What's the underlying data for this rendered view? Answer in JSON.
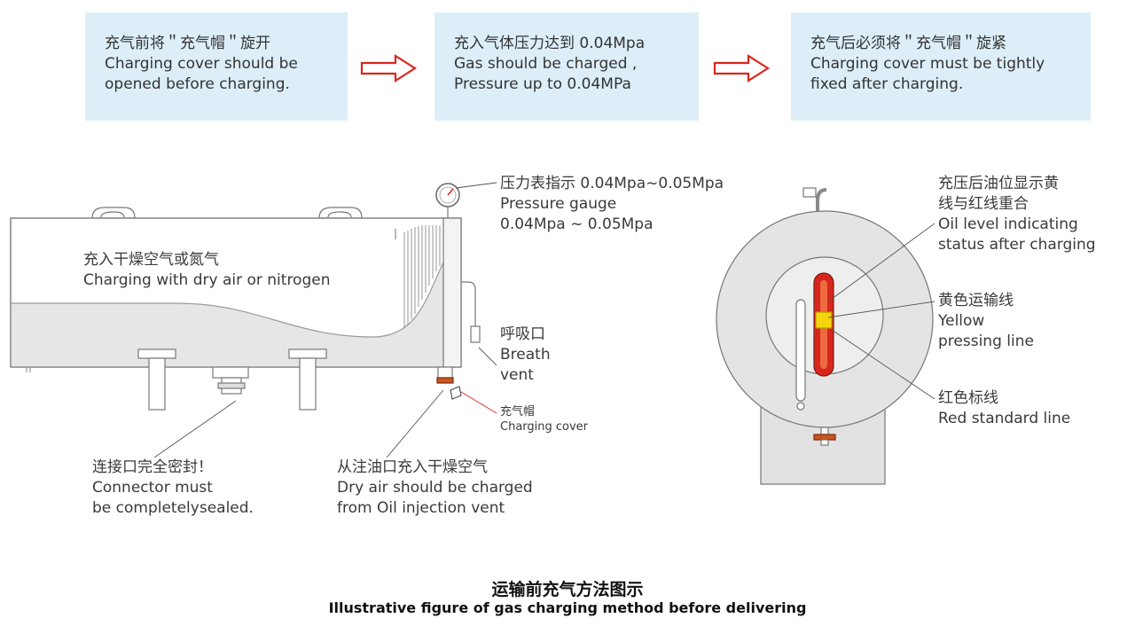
{
  "steps": [
    {
      "cn": "充气前将＂充气帽＂旋开",
      "en1": "Charging cover should be",
      "en2": "opened before charging."
    },
    {
      "cn": "充入气体压力达到 0.04Mpa",
      "en1": "Gas should be charged ,",
      "en2": "Pressure up to 0.04MPa"
    },
    {
      "cn": "充气后必须将＂充气帽＂旋紧",
      "en1": "Charging cover must be tightly",
      "en2": "fixed after charging."
    }
  ],
  "labels": {
    "charging_dry": {
      "cn": "充入干燥空气或氮气",
      "en": "Charging with dry air or nitrogen"
    },
    "pressure_gauge": {
      "cn": "压力表指示 0.04Mpa~0.05Mpa",
      "en1": "Pressure gauge",
      "en2": "0.04Mpa ~ 0.05Mpa"
    },
    "breath_vent": {
      "cn": "呼吸口",
      "en1": "Breath",
      "en2": "vent"
    },
    "charging_cover": {
      "cn": "充气帽",
      "en": "Charging cover"
    },
    "connector": {
      "cn": "连接口完全密封！",
      "en1": "Connector must",
      "en2": "be completelysealed."
    },
    "oil_injection": {
      "cn": "从注油口充入干燥空气",
      "en1": "Dry air should be charged",
      "en2": "from Oil injection vent"
    },
    "oil_level": {
      "cn1": "充压后油位显示黄",
      "cn2": "线与红线重合",
      "en1": "Oil level indicating",
      "en2": "status after charging"
    },
    "yellow_line": {
      "cn": "黄色运输线",
      "en1": "Yellow",
      "en2": "pressing line"
    },
    "red_line": {
      "cn": "红色标线",
      "en": "Red standard line"
    }
  },
  "caption": {
    "cn": "运输前充气方法图示",
    "en": "Illustrative figure of gas charging method before delivering"
  },
  "colors": {
    "box_bg": "#ddeef8",
    "arrow": "#d9261c",
    "tank_fill": "#e4e4e4",
    "oil_fill": "#d6d6d6",
    "red_level": "#d9261c",
    "yellow_level": "#f5d60c"
  }
}
